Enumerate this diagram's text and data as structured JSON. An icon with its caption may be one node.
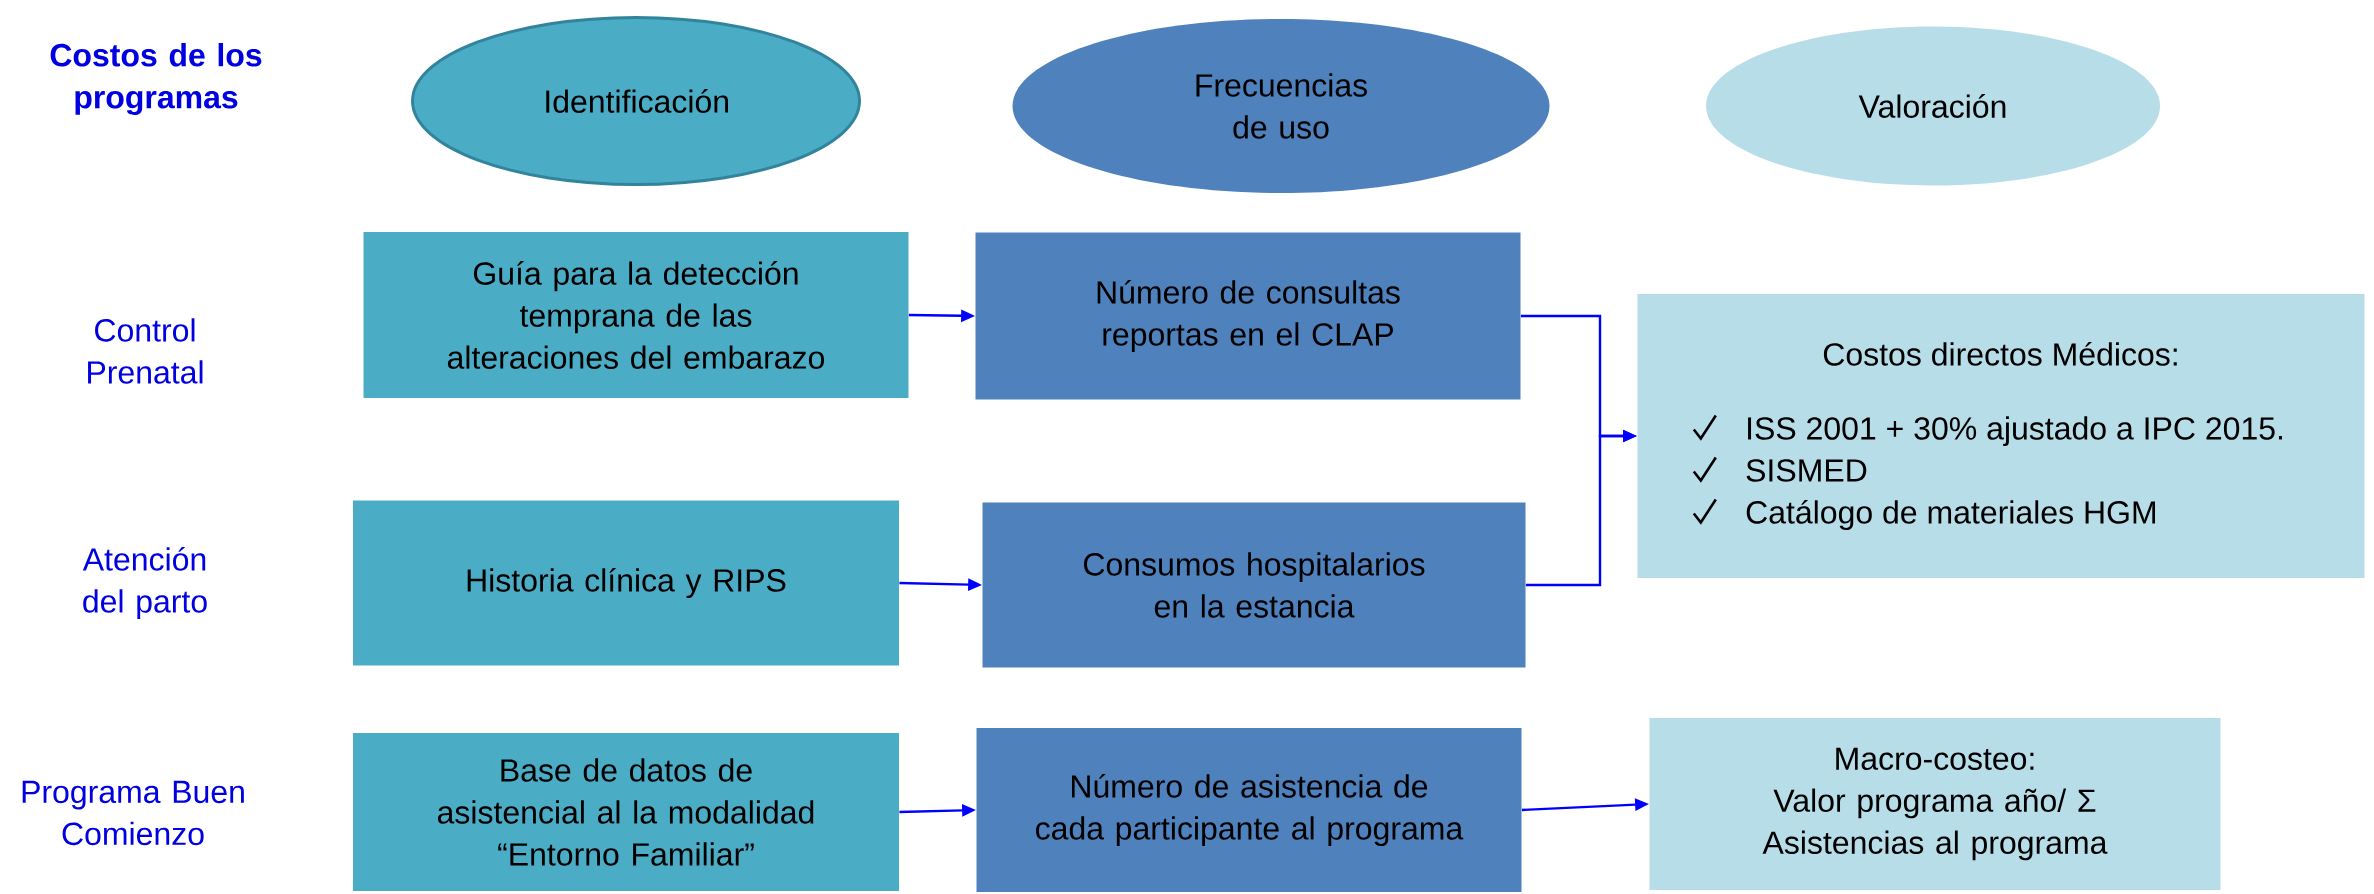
{
  "diagram": {
    "nodes": [
      {
        "text": [
          "Identificación"
        ]
      },
      {
        "text": [
          "Frecuencias de uso"
        ]
      },
      {
        "text": [
          "Valoración"
        ]
      },
      {
        "text": [
          "Guía para la detección temprana de las alteraciones del embarazo"
        ]
      },
      {
        "text": [
          "Número de consultas reportas en el CLAP"
        ]
      },
      {
        "text": [
          "Costos directos Médicos:",
          "ISS 2001 + 30% ajustado a IPC 2015.",
          "SISMED",
          "Catálogo de materiales HGM"
        ]
      },
      {
        "text": [
          "Historia clínica y RIPS"
        ]
      },
      {
        "text": [
          "Consumos hospitalarios en la estancia"
        ]
      },
      {
        "text": [
          "Base de datos de asistencial al la modalidad “Entorno Familiar”"
        ]
      },
      {
        "text": [
          "Número de asistencia de cada participante al programa"
        ]
      },
      {
        "text": [
          "Macro-costeo:",
          "Valor programa año/ Σ Asistencias al programa"
        ]
      }
    ],
    "edges": [
      {
        "from": 3,
        "to": 4,
        "arrow": "to"
      },
      {
        "from": 4,
        "to": 5,
        "arrow": "to"
      },
      {
        "from": 6,
        "to": 7,
        "arrow": "to"
      },
      {
        "from": 7,
        "to": 5,
        "arrow": "to"
      },
      {
        "from": 8,
        "to": 9,
        "arrow": "to"
      },
      {
        "from": 9,
        "to": 10,
        "arrow": "to"
      }
    ],
    "labels": [
      "Costos de los programas",
      "Control Prenatal",
      "Atención del parto",
      "Programa Buen Comienzo"
    ]
  }
}
